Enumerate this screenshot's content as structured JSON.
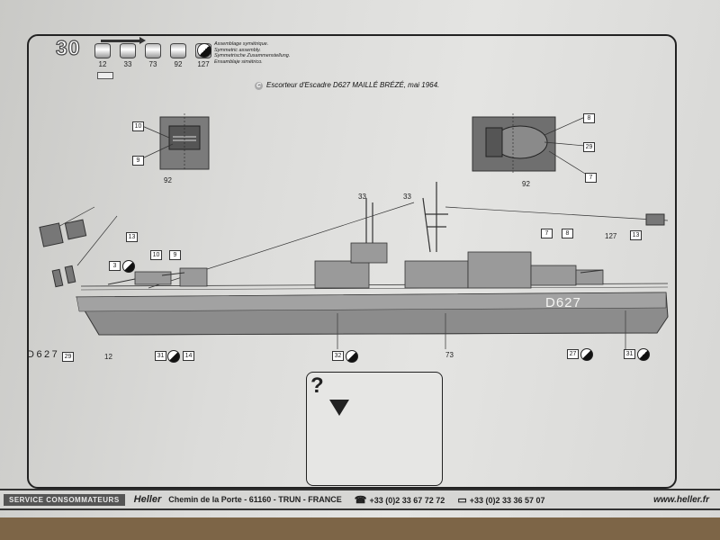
{
  "step": {
    "number": "30"
  },
  "paints": [
    {
      "code": "12"
    },
    {
      "code": "33"
    },
    {
      "code": "73"
    },
    {
      "code": "92"
    },
    {
      "code": "127"
    }
  ],
  "symmetric_assembly": {
    "lines": [
      "Assemblage symétrique.",
      "Symmetric assembly.",
      "Symmetrische Zusammenstellung.",
      "Ensamblaje simétrico."
    ]
  },
  "caption": {
    "badge": "C",
    "text": "Escorteur d'Escadre D627 MAILLÉ BRÉZÉ, mai 1964."
  },
  "deck_left": {
    "parts": [
      "10",
      "9"
    ],
    "paint": "92"
  },
  "deck_right": {
    "parts": [
      "8",
      "29",
      "7"
    ],
    "paint": "92"
  },
  "ship": {
    "hull_number": "D627",
    "decal_side": "D627",
    "decal_ref": "29",
    "labels": {
      "mast_front": "33",
      "mast_rear": "33",
      "ref_127": "127",
      "ref_12": "12",
      "ref_73": "73"
    },
    "callouts": [
      "13",
      "3",
      "10",
      "9",
      "7",
      "8",
      "13",
      "14",
      "32",
      "27",
      "31",
      "31"
    ]
  },
  "footer": {
    "service": "SERVICE CONSOMMATEURS",
    "brand": "Heller",
    "address": "Chemin de la Porte - 61160 - TRUN - FRANCE",
    "phone": "+33 (0)2 33  67 72 72",
    "fax": "+33 (0)2 33  36 57 07",
    "url": "www.heller.fr"
  }
}
